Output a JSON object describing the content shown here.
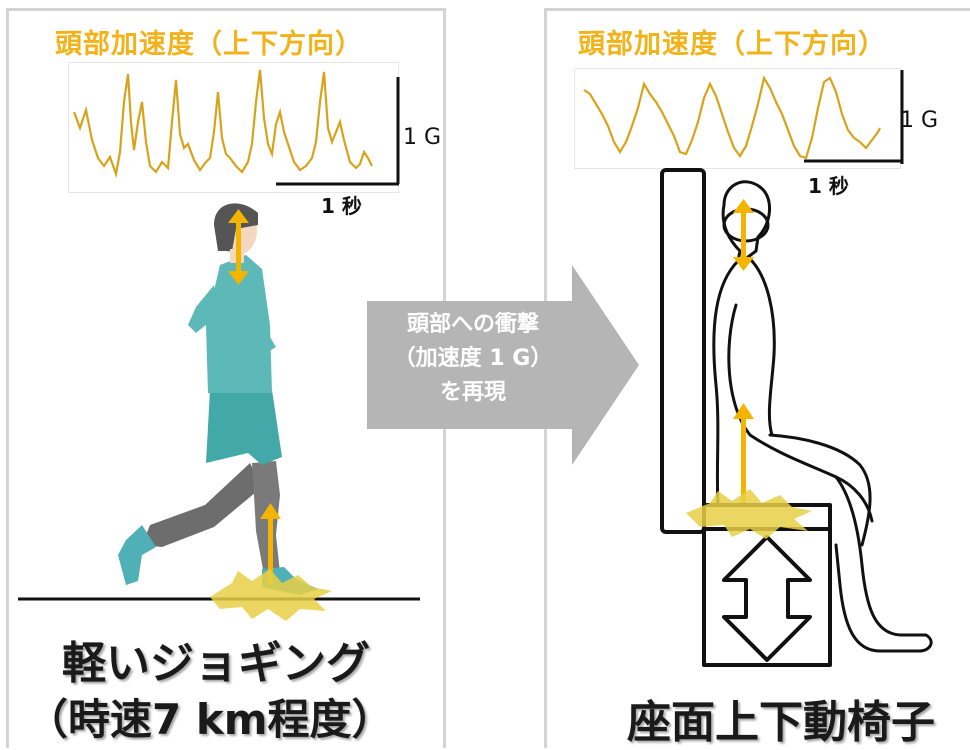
{
  "left_panel": {
    "title": "頭部加速度（上下方向）",
    "scale_g": "1 G",
    "scale_time": "1 秒",
    "caption_line1": "軽いジョギング",
    "caption_line2": "（時速7 km程度）"
  },
  "right_panel": {
    "title": "頭部加速度（上下方向）",
    "scale_g": "1 G",
    "scale_time": "1 秒",
    "caption": "座面上下動椅子"
  },
  "center_arrow": {
    "line1": "頭部への衝撃",
    "line2": "（加速度 1 G）",
    "line3": "を再現"
  },
  "colors": {
    "waveform": "#d9a21b",
    "title": "#f2b218",
    "arrow_yellow": "#f5b400",
    "impact_burst": "#e8cf45",
    "shirt": "#5db8b8",
    "pants": "#6d6d6d",
    "skin": "#f3d7bf",
    "center_arrow": "#b5b5b5"
  },
  "icons": [
    "runner-figure",
    "seated-person-outline",
    "vertical-motion-chair",
    "impact-burst",
    "up-down-arrow"
  ]
}
